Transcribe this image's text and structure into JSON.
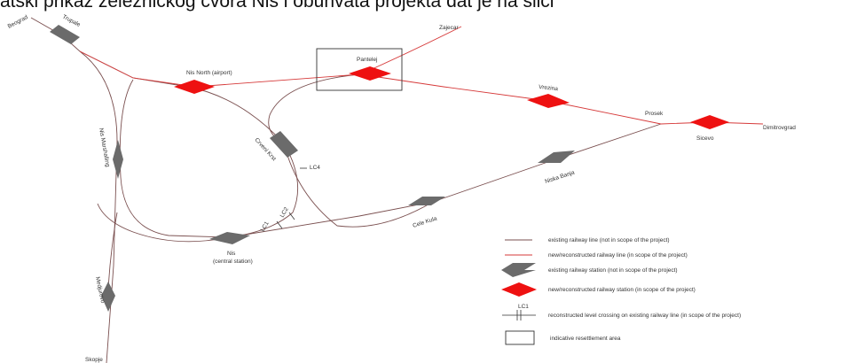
{
  "caption": "atski prikaz železničkog čvora Niš i obuhvata projekta dat je na slici",
  "colors": {
    "existing_line": "#7a4f4f",
    "new_line": "#d63a3a",
    "existing_station": "#6b6b6b",
    "new_station": "#ee1111"
  },
  "stations": {
    "beograd": "Beograd",
    "trupale": "Trupale",
    "nis_north": "Nis North (airport)",
    "pantelej": "Pantelej",
    "zajecar": "Zajecar",
    "vrezina": "Vrezina",
    "prosek": "Prosek",
    "sicevo": "Sicevo",
    "dimitrovgrad": "Dimitrovgrad",
    "nis_marshalling": "Nis Marshalling",
    "crveni_krst": "Crveni Krst",
    "niska_banja": "Niska Banja",
    "cele_kula": "Cele Kula",
    "nis": "Nis",
    "nis_central": "(central station)",
    "medjurovo": "Medjurovo",
    "skopje": "Skopje"
  },
  "crossings": {
    "lc1": "LC1",
    "lc2": "LC2",
    "lc4": "LC4"
  },
  "legend": {
    "existing_line": "existing railway line (not in scope of the project)",
    "new_line": "new/reconstructed railway line (in scope of the project)",
    "existing_station": "existing railway station (not in scope of the project)",
    "new_station": "new/reconstructed railway station (in scope of the project)",
    "crossing_label": "LC1",
    "crossing": "reconstructed level crossing on existing railway line (in scope of the project)",
    "resettlement": "indicative resettlement area"
  }
}
